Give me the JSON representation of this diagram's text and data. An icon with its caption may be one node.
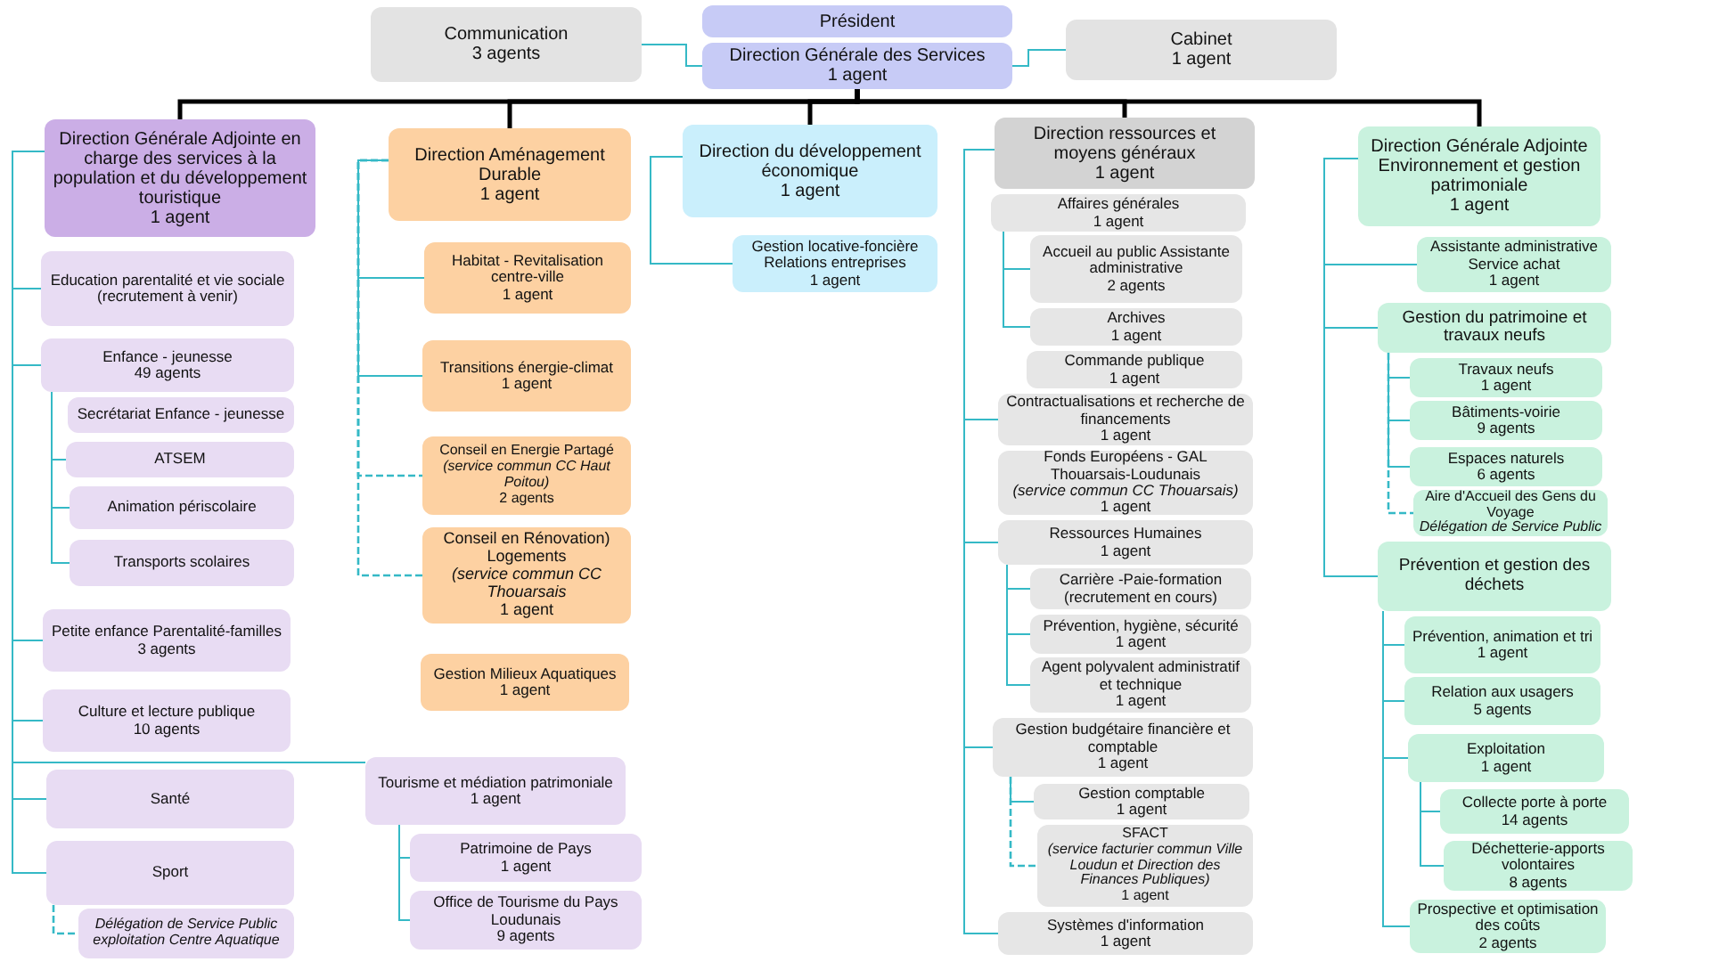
{
  "diagram": {
    "nodes": [
      {
        "text": [
          "Communication",
          "3 agents"
        ]
      },
      {
        "text": [
          "Président"
        ]
      },
      {
        "text": [
          "Direction Générale des Services",
          "1 agent"
        ]
      },
      {
        "text": [
          "Cabinet",
          "1 agent"
        ]
      },
      {
        "text": [
          "Direction Générale Adjointe en charge des services à la population et du développement touristique",
          "1 agent"
        ]
      },
      {
        "text": [
          "Education parentalité et vie sociale",
          "(recrutement à venir)"
        ]
      },
      {
        "text": [
          "Enfance - jeunesse",
          "49 agents"
        ]
      },
      {
        "text": [
          "Secrétariat Enfance - jeunesse"
        ]
      },
      {
        "text": [
          "ATSEM"
        ]
      },
      {
        "text": [
          "Animation périscolaire"
        ]
      },
      {
        "text": [
          "Transports scolaires"
        ]
      },
      {
        "text": [
          "Petite enfance Parentalité-familles",
          "3 agents"
        ]
      },
      {
        "text": [
          "Culture et lecture publique",
          "10 agents"
        ]
      },
      {
        "text": [
          "Santé"
        ]
      },
      {
        "text": [
          "Sport"
        ]
      },
      {
        "text": [
          "Délégation de Service Public exploitation Centre Aquatique"
        ]
      },
      {
        "text": [
          "Direction Aménagement Durable",
          "1 agent"
        ]
      },
      {
        "text": [
          "Habitat - Revitalisation centre-ville",
          "1 agent"
        ]
      },
      {
        "text": [
          "Transitions énergie-climat",
          "1 agent"
        ]
      },
      {
        "text": [
          "Conseil en Energie Partagé",
          "(service commun CC Haut Poitou)",
          "2 agents"
        ]
      },
      {
        "text": [
          "Conseil en Rénovation) Logements",
          "(service commun CC Thouarsais",
          "1 agent"
        ]
      },
      {
        "text": [
          "Gestion Milieux Aquatiques",
          "1 agent"
        ]
      },
      {
        "text": [
          "Tourisme et médiation patrimoniale",
          "1 agent"
        ]
      },
      {
        "text": [
          "Patrimoine de Pays",
          "1 agent"
        ]
      },
      {
        "text": [
          "Office de Tourisme du Pays Loudunais",
          "9 agents"
        ]
      },
      {
        "text": [
          "Direction du développement économique",
          "1 agent"
        ]
      },
      {
        "text": [
          "Gestion locative-foncière Relations entreprises",
          "1 agent"
        ]
      },
      {
        "text": [
          "Direction ressources et moyens généraux",
          "1 agent"
        ]
      },
      {
        "text": [
          "Affaires générales",
          "1 agent"
        ]
      },
      {
        "text": [
          "Accueil au public Assistante administrative",
          "2 agents"
        ]
      },
      {
        "text": [
          "Archives",
          "1 agent"
        ]
      },
      {
        "text": [
          "Commande publique",
          "1 agent"
        ]
      },
      {
        "text": [
          "Contractualisations et recherche de financements",
          "1 agent"
        ]
      },
      {
        "text": [
          "Fonds Européens - GAL Thouarsais-Loudunais",
          "(service commun CC Thouarsais)",
          "1 agent"
        ]
      },
      {
        "text": [
          "Ressources Humaines",
          "1 agent"
        ]
      },
      {
        "text": [
          "Carrière -Paie-formation",
          "(recrutement en cours)"
        ]
      },
      {
        "text": [
          "Prévention, hygiène, sécurité",
          "1 agent"
        ]
      },
      {
        "text": [
          "Agent polyvalent administratif et technique",
          "1 agent"
        ]
      },
      {
        "text": [
          "Gestion budgétaire financière et comptable",
          "1 agent"
        ]
      },
      {
        "text": [
          "Gestion comptable",
          "1 agent"
        ]
      },
      {
        "text": [
          "SFACT",
          "(service facturier commun Ville Loudun et Direction des Finances Publiques)",
          "1 agent"
        ]
      },
      {
        "text": [
          "Systèmes d'information",
          "1 agent"
        ]
      },
      {
        "text": [
          "Direction Générale Adjointe Environnement et gestion patrimoniale",
          "1 agent"
        ]
      },
      {
        "text": [
          "Assistante administrative Service achat",
          "1 agent"
        ]
      },
      {
        "text": [
          "Gestion du patrimoine et travaux neufs"
        ]
      },
      {
        "text": [
          "Travaux neufs",
          "1 agent"
        ]
      },
      {
        "text": [
          "Bâtiments-voirie",
          "9 agents"
        ]
      },
      {
        "text": [
          "Espaces naturels",
          "6 agents"
        ]
      },
      {
        "text": [
          "Aire d'Accueil des Gens du Voyage",
          "Délégation de Service Public"
        ]
      },
      {
        "text": [
          "Prévention et gestion des déchets"
        ]
      },
      {
        "text": [
          "Prévention, animation et tri",
          "1 agent"
        ]
      },
      {
        "text": [
          "Relation aux usagers",
          "5 agents"
        ]
      },
      {
        "text": [
          "Exploitation",
          "1 agent"
        ]
      },
      {
        "text": [
          "Collecte porte à porte",
          "14 agents"
        ]
      },
      {
        "text": [
          "Déchetterie-apports volontaires",
          "8 agents"
        ]
      },
      {
        "text": [
          "Prospective et optimisation des coûts",
          "2 agents"
        ]
      }
    ],
    "edges": [
      {
        "from": 0,
        "to": 2,
        "arrow": "none"
      },
      {
        "from": 3,
        "to": 2,
        "arrow": "none"
      },
      {
        "from": 2,
        "to": 4,
        "arrow": "none",
        "style": "thick",
        "color": "#000000"
      },
      {
        "from": 2,
        "to": 16,
        "arrow": "none",
        "style": "thick",
        "color": "#000000"
      },
      {
        "from": 2,
        "to": 25,
        "arrow": "none",
        "style": "thick",
        "color": "#000000"
      },
      {
        "from": 2,
        "to": 27,
        "arrow": "none",
        "style": "thick",
        "color": "#000000"
      },
      {
        "from": 2,
        "to": 42,
        "arrow": "none",
        "style": "thick",
        "color": "#000000"
      },
      {
        "from": 4,
        "to": 5,
        "arrow": "none"
      },
      {
        "from": 4,
        "to": 6,
        "arrow": "none"
      },
      {
        "from": 4,
        "to": 11,
        "arrow": "none"
      },
      {
        "from": 4,
        "to": 12,
        "arrow": "none"
      },
      {
        "from": 4,
        "to": 13,
        "arrow": "none"
      },
      {
        "from": 4,
        "to": 14,
        "arrow": "none"
      },
      {
        "from": 4,
        "to": 22,
        "arrow": "none"
      },
      {
        "from": 6,
        "to": 8,
        "arrow": "none"
      },
      {
        "from": 6,
        "to": 9,
        "arrow": "none"
      },
      {
        "from": 6,
        "to": 10,
        "arrow": "none"
      },
      {
        "from": 14,
        "to": 15,
        "arrow": "none",
        "style": "dashed"
      },
      {
        "from": 16,
        "to": 17,
        "arrow": "none"
      },
      {
        "from": 16,
        "to": 18,
        "arrow": "none"
      },
      {
        "from": 16,
        "to": 19,
        "arrow": "none",
        "style": "dashed"
      },
      {
        "from": 16,
        "to": 20,
        "arrow": "none",
        "style": "dashed"
      },
      {
        "from": 22,
        "to": 23,
        "arrow": "none"
      },
      {
        "from": 22,
        "to": 24,
        "arrow": "none"
      },
      {
        "from": 25,
        "to": 26,
        "arrow": "none"
      },
      {
        "from": 27,
        "to": 32,
        "arrow": "none"
      },
      {
        "from": 27,
        "to": 34,
        "arrow": "none"
      },
      {
        "from": 27,
        "to": 38,
        "arrow": "none"
      },
      {
        "from": 27,
        "to": 41,
        "arrow": "none"
      },
      {
        "from": 28,
        "to": 29,
        "arrow": "none"
      },
      {
        "from": 28,
        "to": 30,
        "arrow": "none"
      },
      {
        "from": 34,
        "to": 35,
        "arrow": "none"
      },
      {
        "from": 34,
        "to": 36,
        "arrow": "none"
      },
      {
        "from": 34,
        "to": 37,
        "arrow": "none"
      },
      {
        "from": 38,
        "to": 39,
        "arrow": "none"
      },
      {
        "from": 38,
        "to": 40,
        "arrow": "none",
        "style": "dashed"
      },
      {
        "from": 42,
        "to": 43,
        "arrow": "none"
      },
      {
        "from": 42,
        "to": 44,
        "arrow": "none"
      },
      {
        "from": 42,
        "to": 49,
        "arrow": "none"
      },
      {
        "from": 44,
        "to": 45,
        "arrow": "none"
      },
      {
        "from": 44,
        "to": 46,
        "arrow": "none"
      },
      {
        "from": 44,
        "to": 47,
        "arrow": "none"
      },
      {
        "from": 44,
        "to": 48,
        "arrow": "none",
        "style": "dashed"
      },
      {
        "from": 49,
        "to": 50,
        "arrow": "none"
      },
      {
        "from": 49,
        "to": 51,
        "arrow": "none"
      },
      {
        "from": 49,
        "to": 52,
        "arrow": "none"
      },
      {
        "from": 49,
        "to": 55,
        "arrow": "none"
      },
      {
        "from": 52,
        "to": 53,
        "arrow": "none"
      },
      {
        "from": 52,
        "to": 54,
        "arrow": "none"
      }
    ]
  }
}
